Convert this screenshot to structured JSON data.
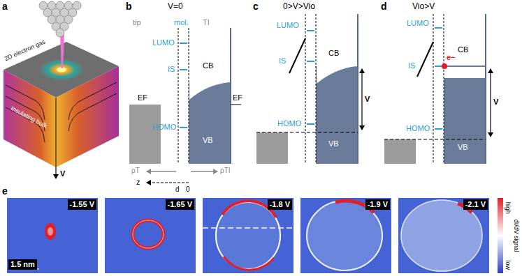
{
  "diagram": {
    "nodes": [
      {
        "text": [
          "-1.55 V"
        ]
      },
      {
        "text": [
          "-1.65 V"
        ]
      },
      {
        "text": [
          "-1.8 V"
        ]
      },
      {
        "text": [
          "-1.9 V"
        ]
      },
      {
        "text": [
          "-2.1 V"
        ]
      },
      {
        "text": [
          "1.5 nm"
        ]
      }
    ],
    "labels": [
      "a",
      "2D electron gas",
      "insulating bulk",
      "V",
      "b",
      "V=0",
      "tip",
      "mol.",
      "TI",
      "LUMO",
      "IS",
      "CB",
      "EF",
      "EF",
      "HOMO",
      "VB",
      "ρT",
      "ρTI",
      "z",
      "d",
      "0",
      "c",
      "0>V>Vio",
      "LUMO",
      "IS",
      "CB",
      "V",
      "HOMO",
      "VB",
      "d",
      "Vio>V",
      "LUMO",
      "IS",
      "e−",
      "CB",
      "V",
      "HOMO",
      "VB",
      "e",
      "dI/dV signal",
      "high",
      "low"
    ]
  }
}
